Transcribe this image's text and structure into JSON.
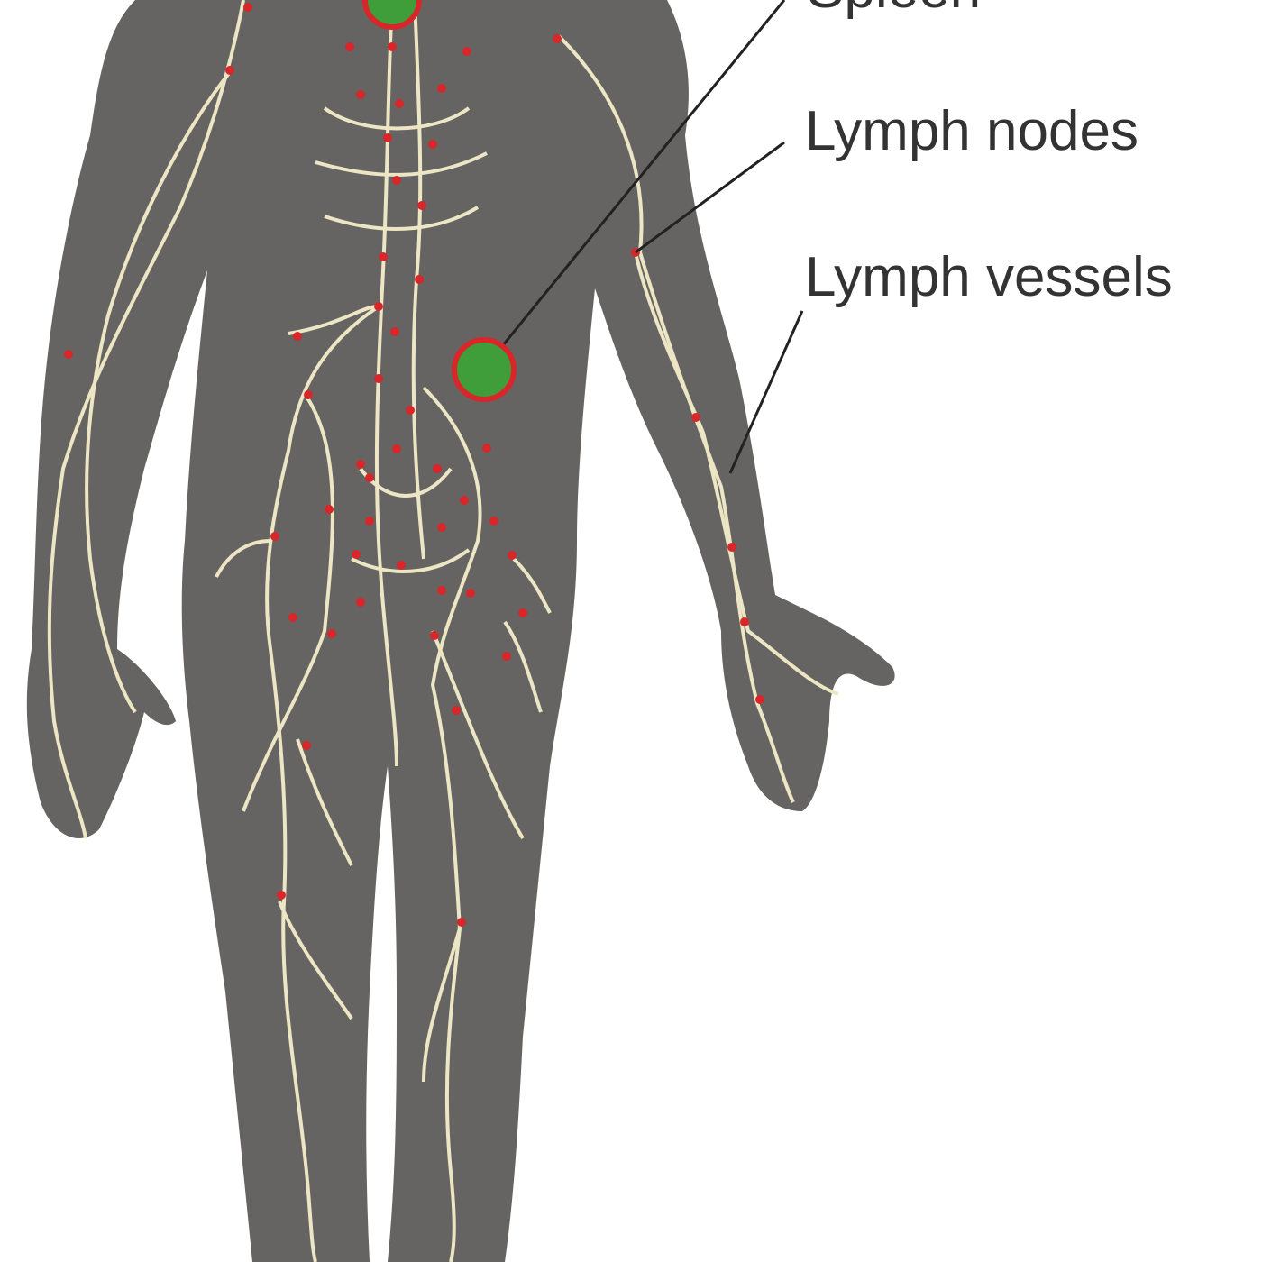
{
  "labels": {
    "spleen": "Spleen",
    "lymph_nodes": "Lymph nodes",
    "lymph_vessels": "Lymph vessels"
  },
  "colors": {
    "body": "#666462",
    "vessel": "#ede6c4",
    "node": "#d8262a",
    "organ_fill": "#3f9e3a",
    "organ_ring": "#d8262a",
    "leader": "#222222"
  }
}
